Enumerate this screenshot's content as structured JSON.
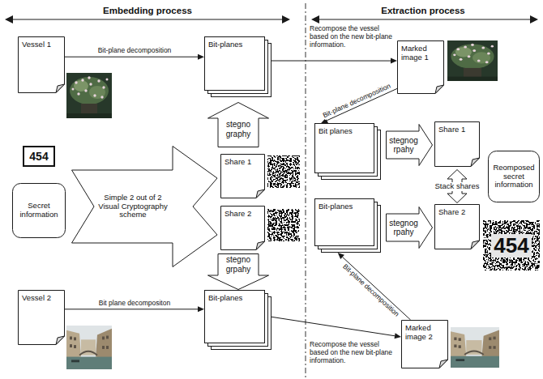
{
  "diagram": {
    "nodes": [
      {
        "text": [
          "Vessel 1"
        ]
      },
      {
        "text": [
          "Bit-planes"
        ]
      },
      {
        "text": [
          "stegno graphy"
        ]
      },
      {
        "text": [
          "454"
        ]
      },
      {
        "text": [
          "Secret information"
        ]
      },
      {
        "text": [
          "Simple 2 out of 2 Visual Cryptography scheme"
        ]
      },
      {
        "text": [
          "Share 1"
        ]
      },
      {
        "text": [
          "Share 2"
        ]
      },
      {
        "text": [
          "stegno grpahy"
        ]
      },
      {
        "text": [
          "Vessel 2"
        ]
      },
      {
        "text": [
          "Bit-planes"
        ]
      },
      {
        "text": [
          "Marked image 1"
        ]
      },
      {
        "text": [
          "Bit planes"
        ]
      },
      {
        "text": [
          "stegnog rpahy"
        ]
      },
      {
        "text": [
          "Share 1"
        ]
      },
      {
        "text": [
          "Stack shares"
        ]
      },
      {
        "text": [
          "Reomposed secret information"
        ]
      },
      {
        "text": [
          "Bit-planes"
        ]
      },
      {
        "text": [
          "stegnog rpahy"
        ]
      },
      {
        "text": [
          "Share 2"
        ]
      },
      {
        "text": [
          "454"
        ]
      },
      {
        "text": [
          "Marked image 2"
        ]
      }
    ],
    "edges": [
      {
        "from": 0,
        "to": 1,
        "arrow": "to",
        "label": "Bit-plane decomposition"
      },
      {
        "from": 9,
        "to": 10,
        "arrow": "to",
        "label": "Bit plane decompositon"
      },
      {
        "from": 1,
        "to": 11,
        "arrow": "to",
        "label": "Recompose the vessel based on the new bit-plane information."
      },
      {
        "from": 11,
        "to": 12,
        "arrow": "to",
        "label": "Bit-plane decomposition"
      },
      {
        "from": 21,
        "to": 17,
        "arrow": "to",
        "label": "Bit-plane decomposition"
      },
      {
        "from": 10,
        "to": 21,
        "arrow": "to",
        "label": "Recompose the vessel based on the new bit-plane information."
      }
    ],
    "labels": [
      "Embedding process",
      "Extraction process"
    ]
  }
}
